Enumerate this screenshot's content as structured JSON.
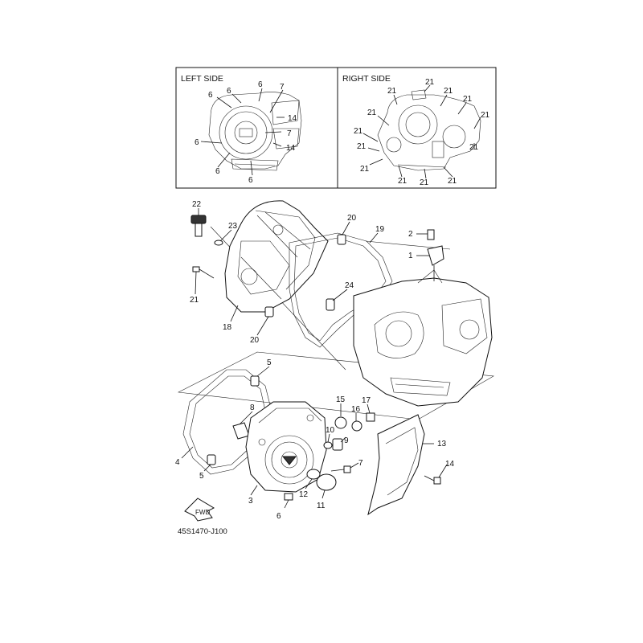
{
  "insets": {
    "left_title": "LEFT SIDE",
    "right_title": "RIGHT SIDE"
  },
  "drawing_code": "45S1470-J100",
  "fwd_label": "FWD",
  "left_callouts": [
    "6",
    "6",
    "6",
    "6",
    "6",
    "6",
    "7",
    "7",
    "14",
    "14"
  ],
  "right_callouts": [
    "21",
    "21",
    "21",
    "21",
    "21",
    "21",
    "21",
    "21",
    "21",
    "21",
    "21",
    "21",
    "21"
  ],
  "main_callouts": [
    "22",
    "23",
    "21",
    "18",
    "20",
    "20",
    "19",
    "24",
    "2",
    "1",
    "5",
    "8",
    "4",
    "5",
    "3",
    "6",
    "15",
    "16",
    "17",
    "10",
    "9",
    "12",
    "11",
    "7",
    "13",
    "14"
  ]
}
